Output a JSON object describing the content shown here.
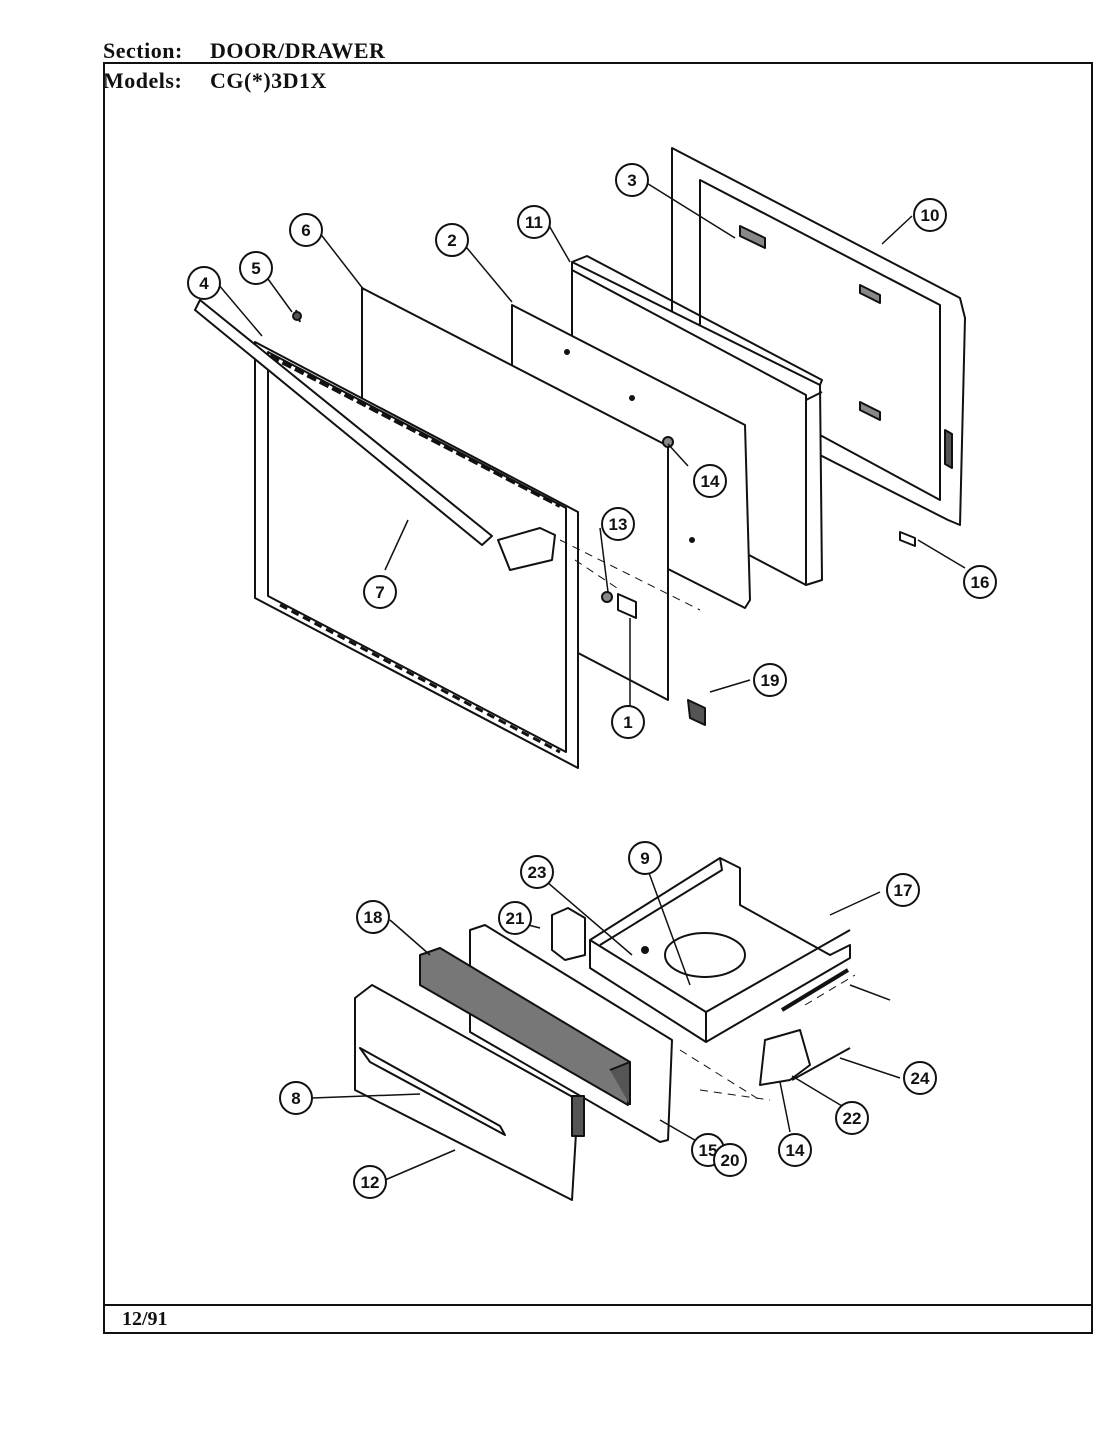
{
  "header": {
    "section_label": "Section:",
    "section_value": "DOOR/DRAWER",
    "models_label": "Models:",
    "models_value": "CG(*)3D1X"
  },
  "footer": {
    "date": "12/91"
  },
  "callouts": [
    "1",
    "2",
    "3",
    "4",
    "5",
    "6",
    "7",
    "8",
    "9",
    "10",
    "11",
    "12",
    "13",
    "14",
    "14",
    "15",
    "16",
    "17",
    "18",
    "19",
    "20",
    "21",
    "22",
    "23",
    "24"
  ]
}
